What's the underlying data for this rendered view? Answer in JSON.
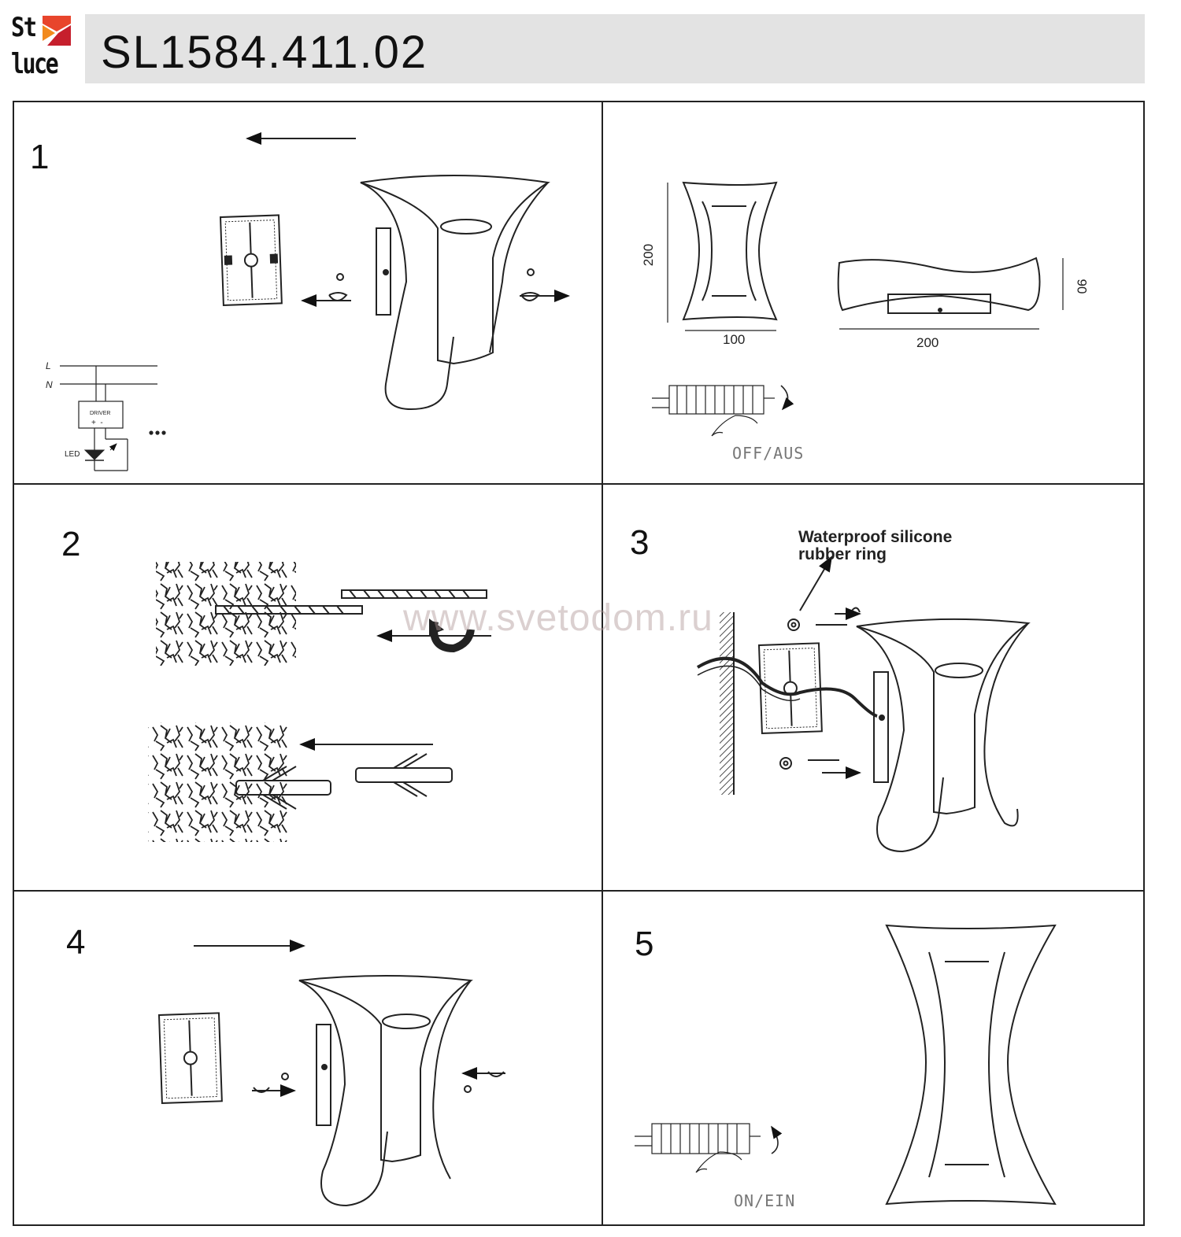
{
  "header": {
    "brand_line1": "St",
    "brand_line2": "luce",
    "model_code": "SL1584.411.02",
    "accent_colors": [
      "#e8452c",
      "#f28a1e",
      "#c61f2d"
    ]
  },
  "steps": [
    {
      "number": "1"
    },
    {
      "number": "2"
    },
    {
      "number": "3"
    },
    {
      "number": "4"
    },
    {
      "number": "5"
    }
  ],
  "dimensions": {
    "front_height": "200",
    "front_width": "100",
    "top_width": "200",
    "top_depth": "90"
  },
  "wiring": {
    "line_label": "L",
    "neutral_label": "N",
    "driver_label": "DRIVER",
    "driver_polarity": "+  -",
    "led_label": "LED",
    "more": "..."
  },
  "switch_off_label": "OFF/AUS",
  "switch_on_label": "ON/EIN",
  "callout": {
    "line1": "Waterproof silicone",
    "line2": "rubber ring"
  },
  "watermark": "www.svetodom.ru"
}
